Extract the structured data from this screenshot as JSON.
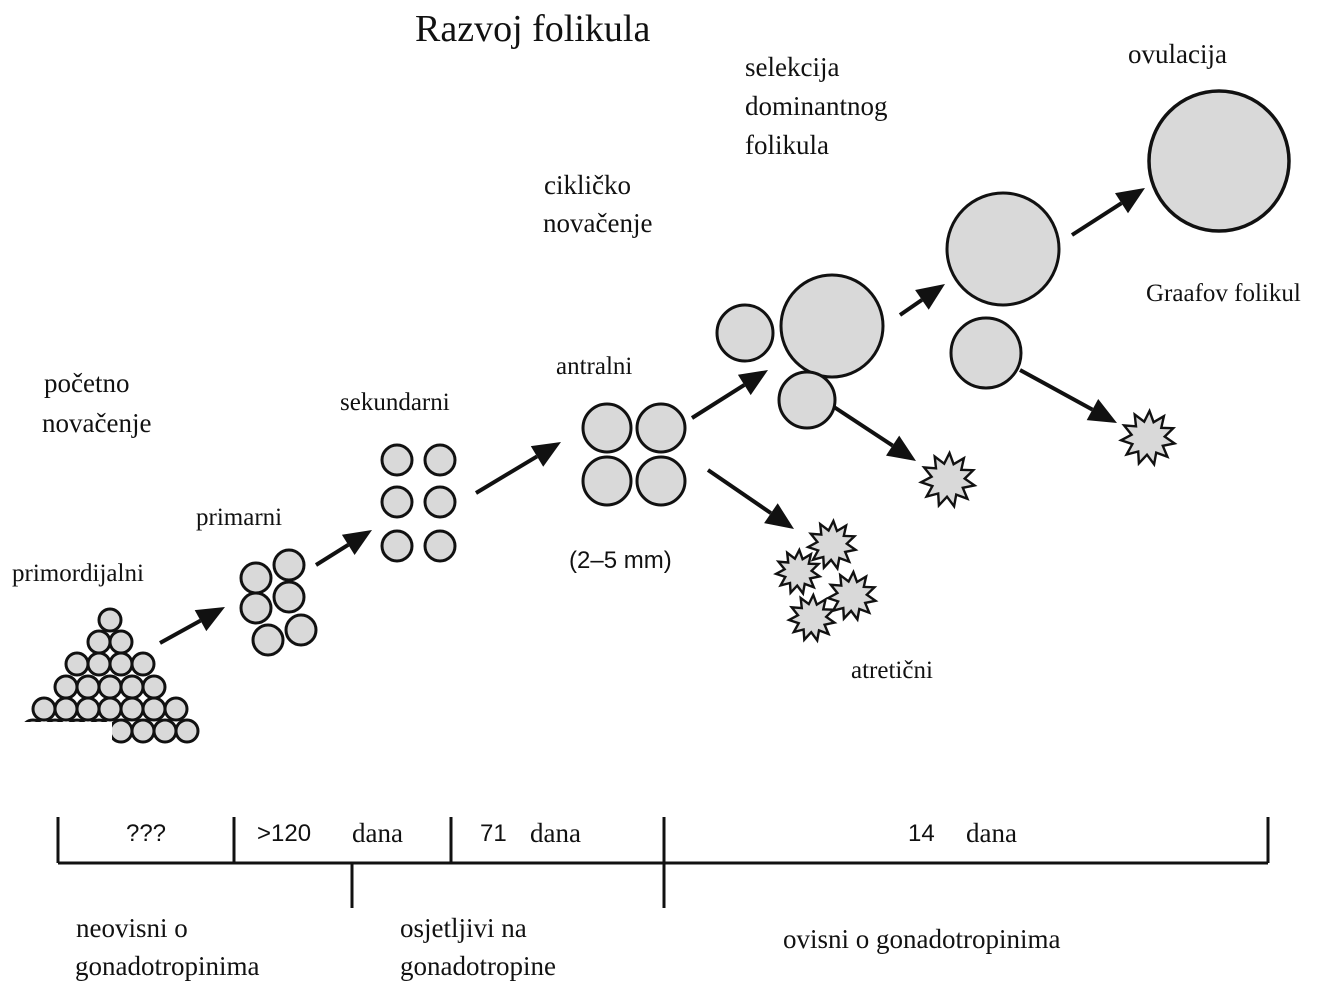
{
  "title": "Razvoj folikula",
  "stages": {
    "primordial": "primordijalni",
    "primary": "primarni",
    "secondary": "sekundarni",
    "antral": "antralni",
    "antral_size": "(2–5 mm)",
    "graafian": "Graafov folikul",
    "atretic": "atretični"
  },
  "phases": {
    "initial_recruitment": [
      "početno",
      "novačenje"
    ],
    "cyclic_recruitment": [
      "cikličko",
      "novačenje"
    ],
    "selection": [
      "selekcija",
      "dominantnog",
      "folikula"
    ],
    "ovulation": "ovulacija"
  },
  "timeline": {
    "segments": [
      {
        "num": "???",
        "unit": ""
      },
      {
        "num": ">120",
        "unit": "dana"
      },
      {
        "num": "71",
        "unit": "dana"
      },
      {
        "num": "14",
        "unit": "dana"
      }
    ]
  },
  "dependence": {
    "independent": [
      "neovisni o",
      "gonadotropinima"
    ],
    "sensitive": [
      "osjetljivi na",
      "gonadotropine"
    ],
    "dependent": "ovisni o gonadotropinima"
  },
  "colors": {
    "follicle_fill": "#d9d9d9",
    "outline": "#111111"
  }
}
